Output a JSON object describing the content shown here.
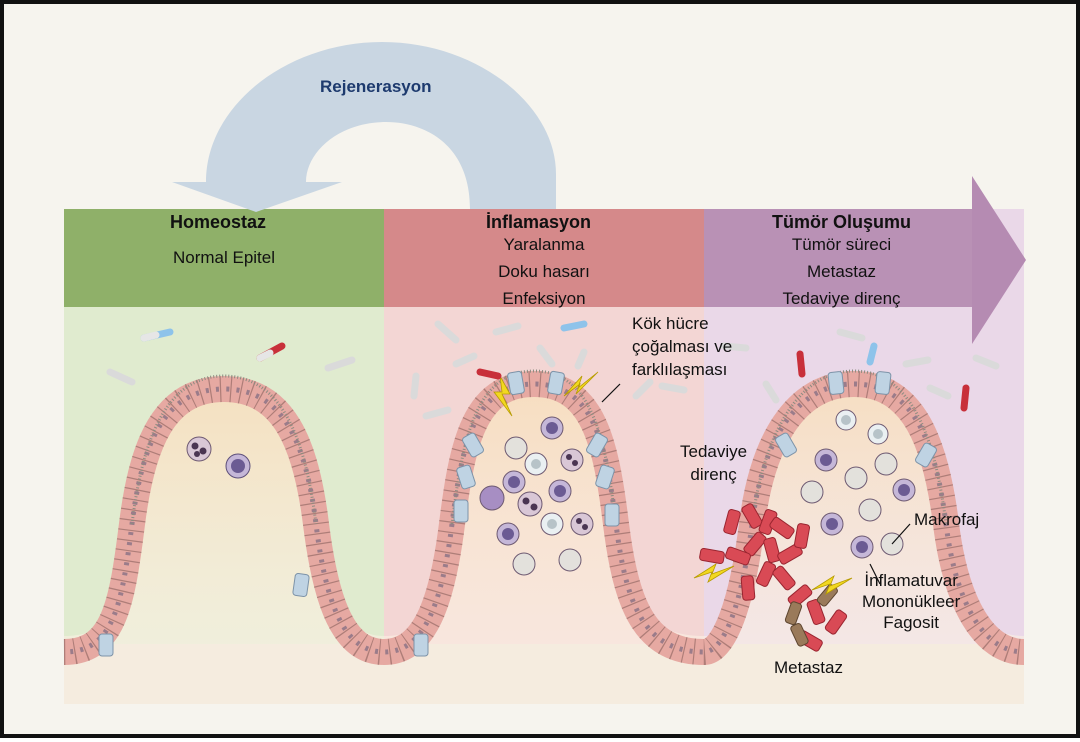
{
  "regeneration": {
    "label": "Rejenerasyon"
  },
  "stages": [
    {
      "title": "Homeostaz",
      "lines": [
        "Normal Epitel"
      ]
    },
    {
      "title": "İnflamasyon",
      "lines": [
        "Yaralanma",
        "Doku hasarı",
        "Enfeksiyon"
      ]
    },
    {
      "title": "Tümör Oluşumu",
      "lines": [
        "Tümör süreci",
        "Metastaz",
        "Tedaviye direnç"
      ]
    }
  ],
  "annotations": {
    "stem_cell": [
      "Kök hücre",
      "çoğalması ve",
      "farklılaşması"
    ],
    "therapy_resistance": [
      "Tedaviye",
      "direnç"
    ],
    "macrophage": "Makrofaj",
    "phagocyte": [
      "İnflamatuvar",
      "Mononükleer",
      "Fagosit"
    ],
    "metastasis": "Metastaz"
  },
  "colors": {
    "homeostasis_band": "#8fb069",
    "inflammation_band": "#d5898a",
    "tumor_band": "#b991b5",
    "regeneration_arrow": "#c9d6e2",
    "epithelial_cell": "#e6a9a2",
    "stem_cell": "#bfd3e3",
    "tumor_cell": "#d94a55"
  }
}
